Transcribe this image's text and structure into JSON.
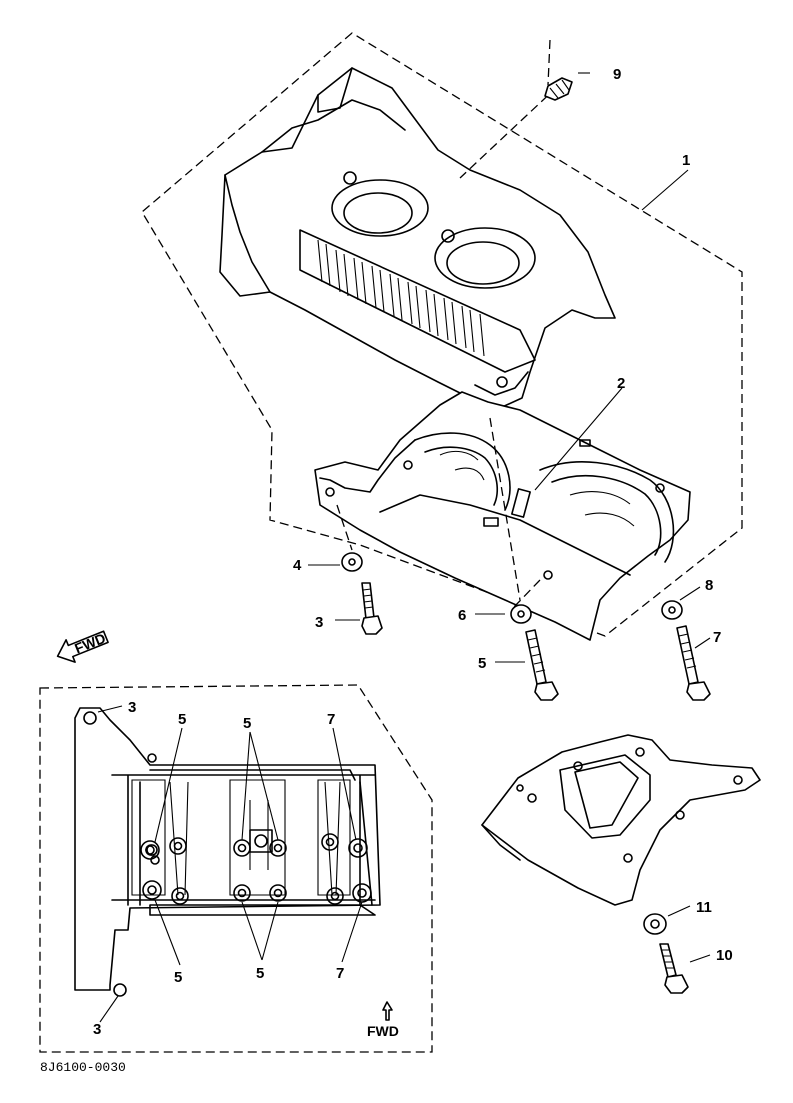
{
  "callouts": {
    "c1": "1",
    "c2": "2",
    "c3a": "3",
    "c4": "4",
    "c5a": "5",
    "c6": "6",
    "c7a": "7",
    "c8": "8",
    "c9": "9",
    "c10": "10",
    "c11": "11",
    "i3a": "3",
    "i3b": "3",
    "i5a": "5",
    "i5b": "5",
    "i5c": "5",
    "i5d": "5",
    "i7a": "7",
    "i7b": "7"
  },
  "fwd_top": "FWD",
  "fwd_bottom": "FWD",
  "drawing_code": "8J6100-0030"
}
